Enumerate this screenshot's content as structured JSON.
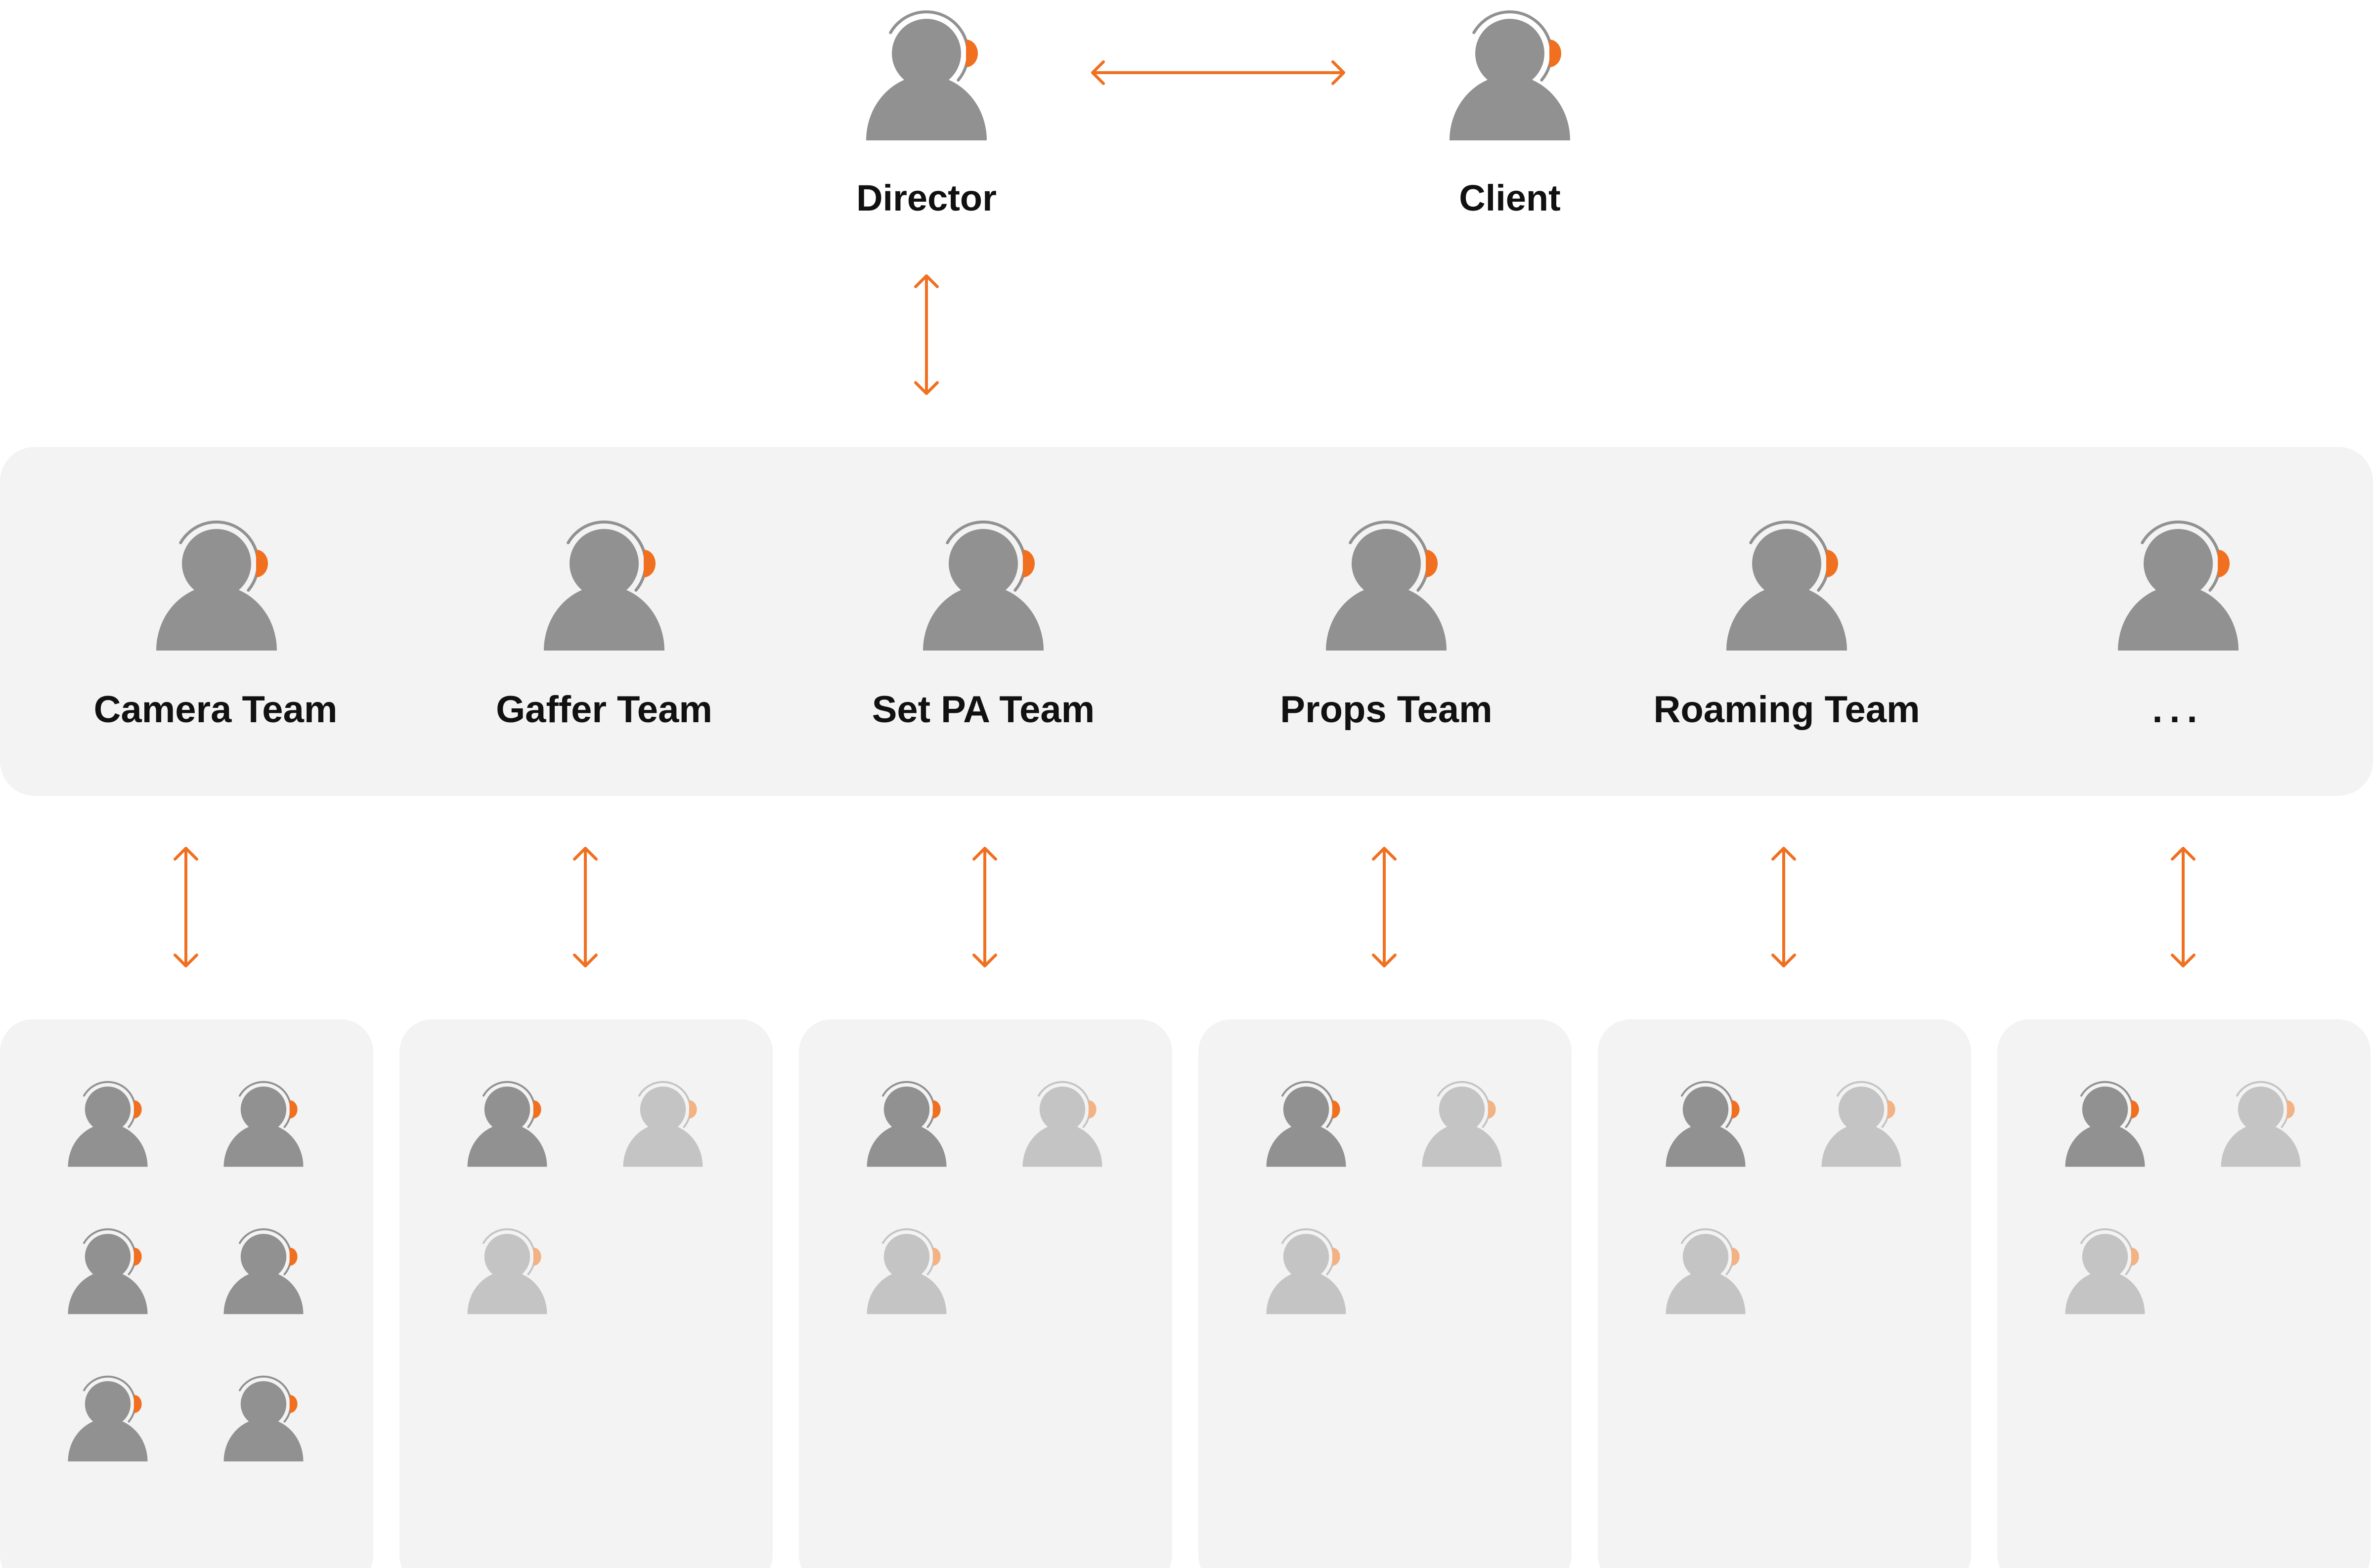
{
  "diagram": {
    "colors": {
      "accent": "#f07020",
      "accent_faded": "#f2b283",
      "person": "#919191",
      "person_faded": "#c4c4c4",
      "panel": "#f3f3f3",
      "text": "#111111"
    },
    "top": {
      "director": {
        "label": "Director",
        "icon": "headset-person-icon"
      },
      "client": {
        "label": "Client",
        "icon": "headset-person-icon"
      }
    },
    "teams": [
      {
        "key": "camera",
        "label": "Camera Team",
        "members": {
          "active": 6,
          "inactive": 0
        }
      },
      {
        "key": "gaffer",
        "label": "Gaffer Team",
        "members": {
          "active": 1,
          "inactive": 2
        }
      },
      {
        "key": "set-pa",
        "label": "Set PA Team",
        "members": {
          "active": 1,
          "inactive": 2
        }
      },
      {
        "key": "props",
        "label": "Props Team",
        "members": {
          "active": 1,
          "inactive": 2
        }
      },
      {
        "key": "roaming",
        "label": "Roaming Team",
        "members": {
          "active": 1,
          "inactive": 2
        }
      },
      {
        "key": "more",
        "label": "...",
        "members": {
          "active": 1,
          "inactive": 2
        }
      }
    ],
    "connections": [
      {
        "from": "director",
        "to": "client",
        "type": "bidirectional"
      },
      {
        "from": "director",
        "to": "teams",
        "type": "bidirectional"
      },
      {
        "from": "team",
        "to": "members",
        "type": "bidirectional"
      }
    ]
  }
}
